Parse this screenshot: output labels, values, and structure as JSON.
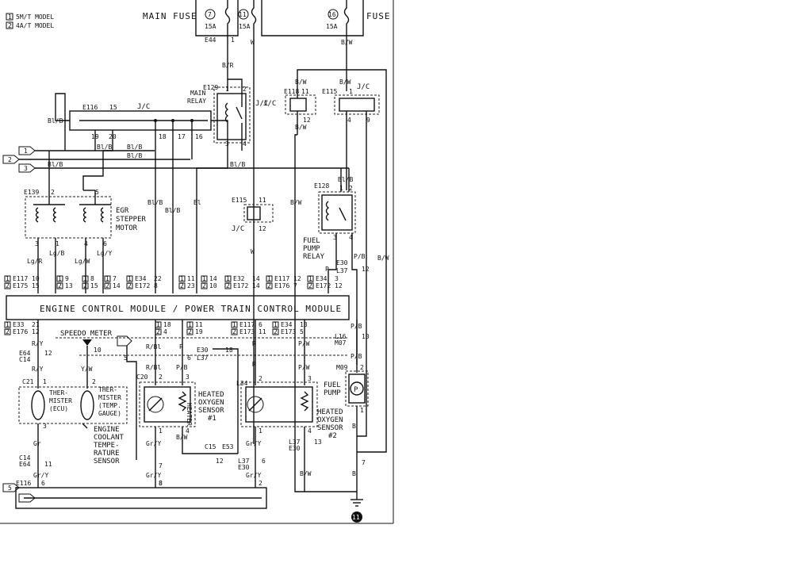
{
  "legend": [
    {
      "num": "1",
      "text": "5M/T MODEL"
    },
    {
      "num": "2",
      "text": "4A/T MODEL"
    }
  ],
  "fuses": {
    "main_fuse_label": "MAIN FUSE",
    "fuse_label": "FUSE",
    "f7_num": "7",
    "f7_amp": "15A",
    "f11_num": "11",
    "f11_amp": "15A",
    "f16_num": "16",
    "f16_amp": "15A"
  },
  "connectors": {
    "e44": "E44",
    "e44_pin": "1",
    "e129": "E129",
    "e129_pins": [
      "1",
      "2",
      "3",
      "4"
    ],
    "e116_top": "E116",
    "e116_top_pin": "15",
    "e116_pins": [
      "19",
      "20",
      "18",
      "17",
      "16"
    ],
    "e118": "E118",
    "e118_pins": [
      "11",
      "12"
    ],
    "e115_top": "E115",
    "e115_top_pins": [
      "1",
      "4",
      "9"
    ],
    "e115_mid": "E115",
    "e115_mid_pins": [
      "11",
      "12"
    ],
    "e128": "E128",
    "e128_pins": [
      "1",
      "2",
      "3",
      "4"
    ],
    "e139": "E139",
    "e139_pins": [
      "2",
      "5",
      "3",
      "1",
      "4",
      "6"
    ],
    "e30_l37_a": "E30",
    "e30_l37_b": "L37",
    "e30_pin": "12",
    "l16": "L16",
    "m07": "M07",
    "l16_pin": "10",
    "m09": "M09",
    "m09_pins": [
      "2",
      "1"
    ],
    "e64_c14": "E64",
    "c14": "C14",
    "e64_pin": "12",
    "c21": "C21",
    "c21_pins": [
      "1",
      "2",
      "3"
    ],
    "c14_b": "C14",
    "e64_b": "E64",
    "c14_pin": "11",
    "e30_b": "E30",
    "l37_b2": "L37",
    "e30_b_pin": "18",
    "c20": "C20",
    "c20_pins": [
      "2",
      "3",
      "1",
      "4"
    ],
    "l34": "L34",
    "l34_pins": [
      "2",
      "3",
      "1",
      "4"
    ],
    "c15": "C15",
    "e53": "E53",
    "c15_pin": "12",
    "l37_c": "L37",
    "e30_c": "E30",
    "l37_pin": "6",
    "l37_d": "L37",
    "e30_d": "E30",
    "l37_d_pin": "13",
    "e116_bot": "E116",
    "e116_bot_pins": [
      "6",
      "8",
      "2"
    ],
    "gr_y_pin7": "7",
    "gr_y_pin8": "8",
    "gr_y_pin7b": "7",
    "sm_pin10": "10",
    "sm_pin5": "5",
    "sm_pin6": "6"
  },
  "components": {
    "jc": "J/C",
    "main_relay_1": "MAIN",
    "main_relay_2": "RELAY",
    "egr_1": "EGR",
    "egr_2": "STEPPER",
    "egr_3": "MOTOR",
    "fuel_pump_relay_1": "FUEL",
    "fuel_pump_relay_2": "PUMP",
    "fuel_pump_relay_3": "RELAY",
    "ecm": "ENGINE CONTROL MODULE / POWER TRAIN CONTROL MODULE",
    "speedo": "SPEEDO METER",
    "therm_ecu": [
      "THER-",
      "MISTER",
      "(ECU)"
    ],
    "therm_gauge": [
      "THER-",
      "MISTER",
      "(TEMP.",
      "GAUGE)"
    ],
    "ect": [
      "ENGINE",
      "COOLANT",
      "TEMPE-",
      "RATURE",
      "SENSOR"
    ],
    "hos1": [
      "HEATED",
      "OXYGEN",
      "SENSOR",
      "#1"
    ],
    "hos2": [
      "HEATED",
      "OXYGEN",
      "SENSOR",
      "#2"
    ],
    "fuel_pump": [
      "FUEL",
      "PUMP"
    ],
    "heater": "HEATER",
    "pump_symbol": "P",
    "ground_num": "11"
  },
  "ecm_top_row": [
    {
      "m1": "1",
      "c1": "E117",
      "p1": "10",
      "m2": "2",
      "c2": "E175",
      "p2": "15"
    },
    {
      "m1": "1",
      "c1": "",
      "p1": "9",
      "m2": "2",
      "c2": "",
      "p2": "13"
    },
    {
      "m1": "1",
      "c1": "",
      "p1": "8",
      "m2": "2",
      "c2": "",
      "p2": "15"
    },
    {
      "m1": "1",
      "c1": "",
      "p1": "7",
      "m2": "2",
      "c2": "",
      "p2": "14"
    },
    {
      "m1": "1",
      "c1": "E34",
      "p1": "22",
      "m2": "2",
      "c2": "E172",
      "p2": "8"
    },
    {
      "m1": "1",
      "c1": "",
      "p1": "11",
      "m2": "2",
      "c2": "",
      "p2": "23"
    },
    {
      "m1": "1",
      "c1": "",
      "p1": "14",
      "m2": "2",
      "c2": "",
      "p2": "10"
    },
    {
      "m1": "1",
      "c1": "E32",
      "p1": "14",
      "m2": "2",
      "c2": "E172",
      "p2": "14"
    },
    {
      "m1": "1",
      "c1": "E117",
      "p1": "12",
      "m2": "2",
      "c2": "E176",
      "p2": "7"
    },
    {
      "m1": "1",
      "c1": "E34",
      "p1": "3",
      "m2": "2",
      "c2": "E172",
      "p2": "12"
    }
  ],
  "ecm_bot_row": [
    {
      "m1": "1",
      "c1": "E33",
      "p1": "21",
      "m2": "2",
      "c2": "E176",
      "p2": "12"
    },
    {
      "m1": "1",
      "c1": "",
      "p1": "18",
      "m2": "2",
      "c2": "",
      "p2": "4"
    },
    {
      "m1": "1",
      "c1": "",
      "p1": "11",
      "m2": "2",
      "c2": "",
      "p2": "19"
    },
    {
      "m1": "1",
      "c1": "E117",
      "p1": "6",
      "m2": "2",
      "c2": "E173",
      "p2": "11"
    },
    {
      "m1": "1",
      "c1": "E34",
      "p1": "13",
      "m2": "2",
      "c2": "E173",
      "p2": "5"
    }
  ],
  "wires": {
    "br": "B/R",
    "w": "W",
    "bw": "B/W",
    "blb": "Bl/B",
    "bl": "Bl",
    "lgr": "Lg/R",
    "lgb": "Lg/B",
    "lgw": "Lg/W",
    "lgy": "Lg/Y",
    "ry": "R/Y",
    "yw": "Y/W",
    "rbl": "R/Bl",
    "p": "P",
    "pb": "P/B",
    "pw": "P/W",
    "r": "R",
    "gr": "Gr",
    "gry": "Gr/Y",
    "b": "B"
  },
  "side_markers": [
    "1",
    "2",
    "3",
    "5"
  ]
}
